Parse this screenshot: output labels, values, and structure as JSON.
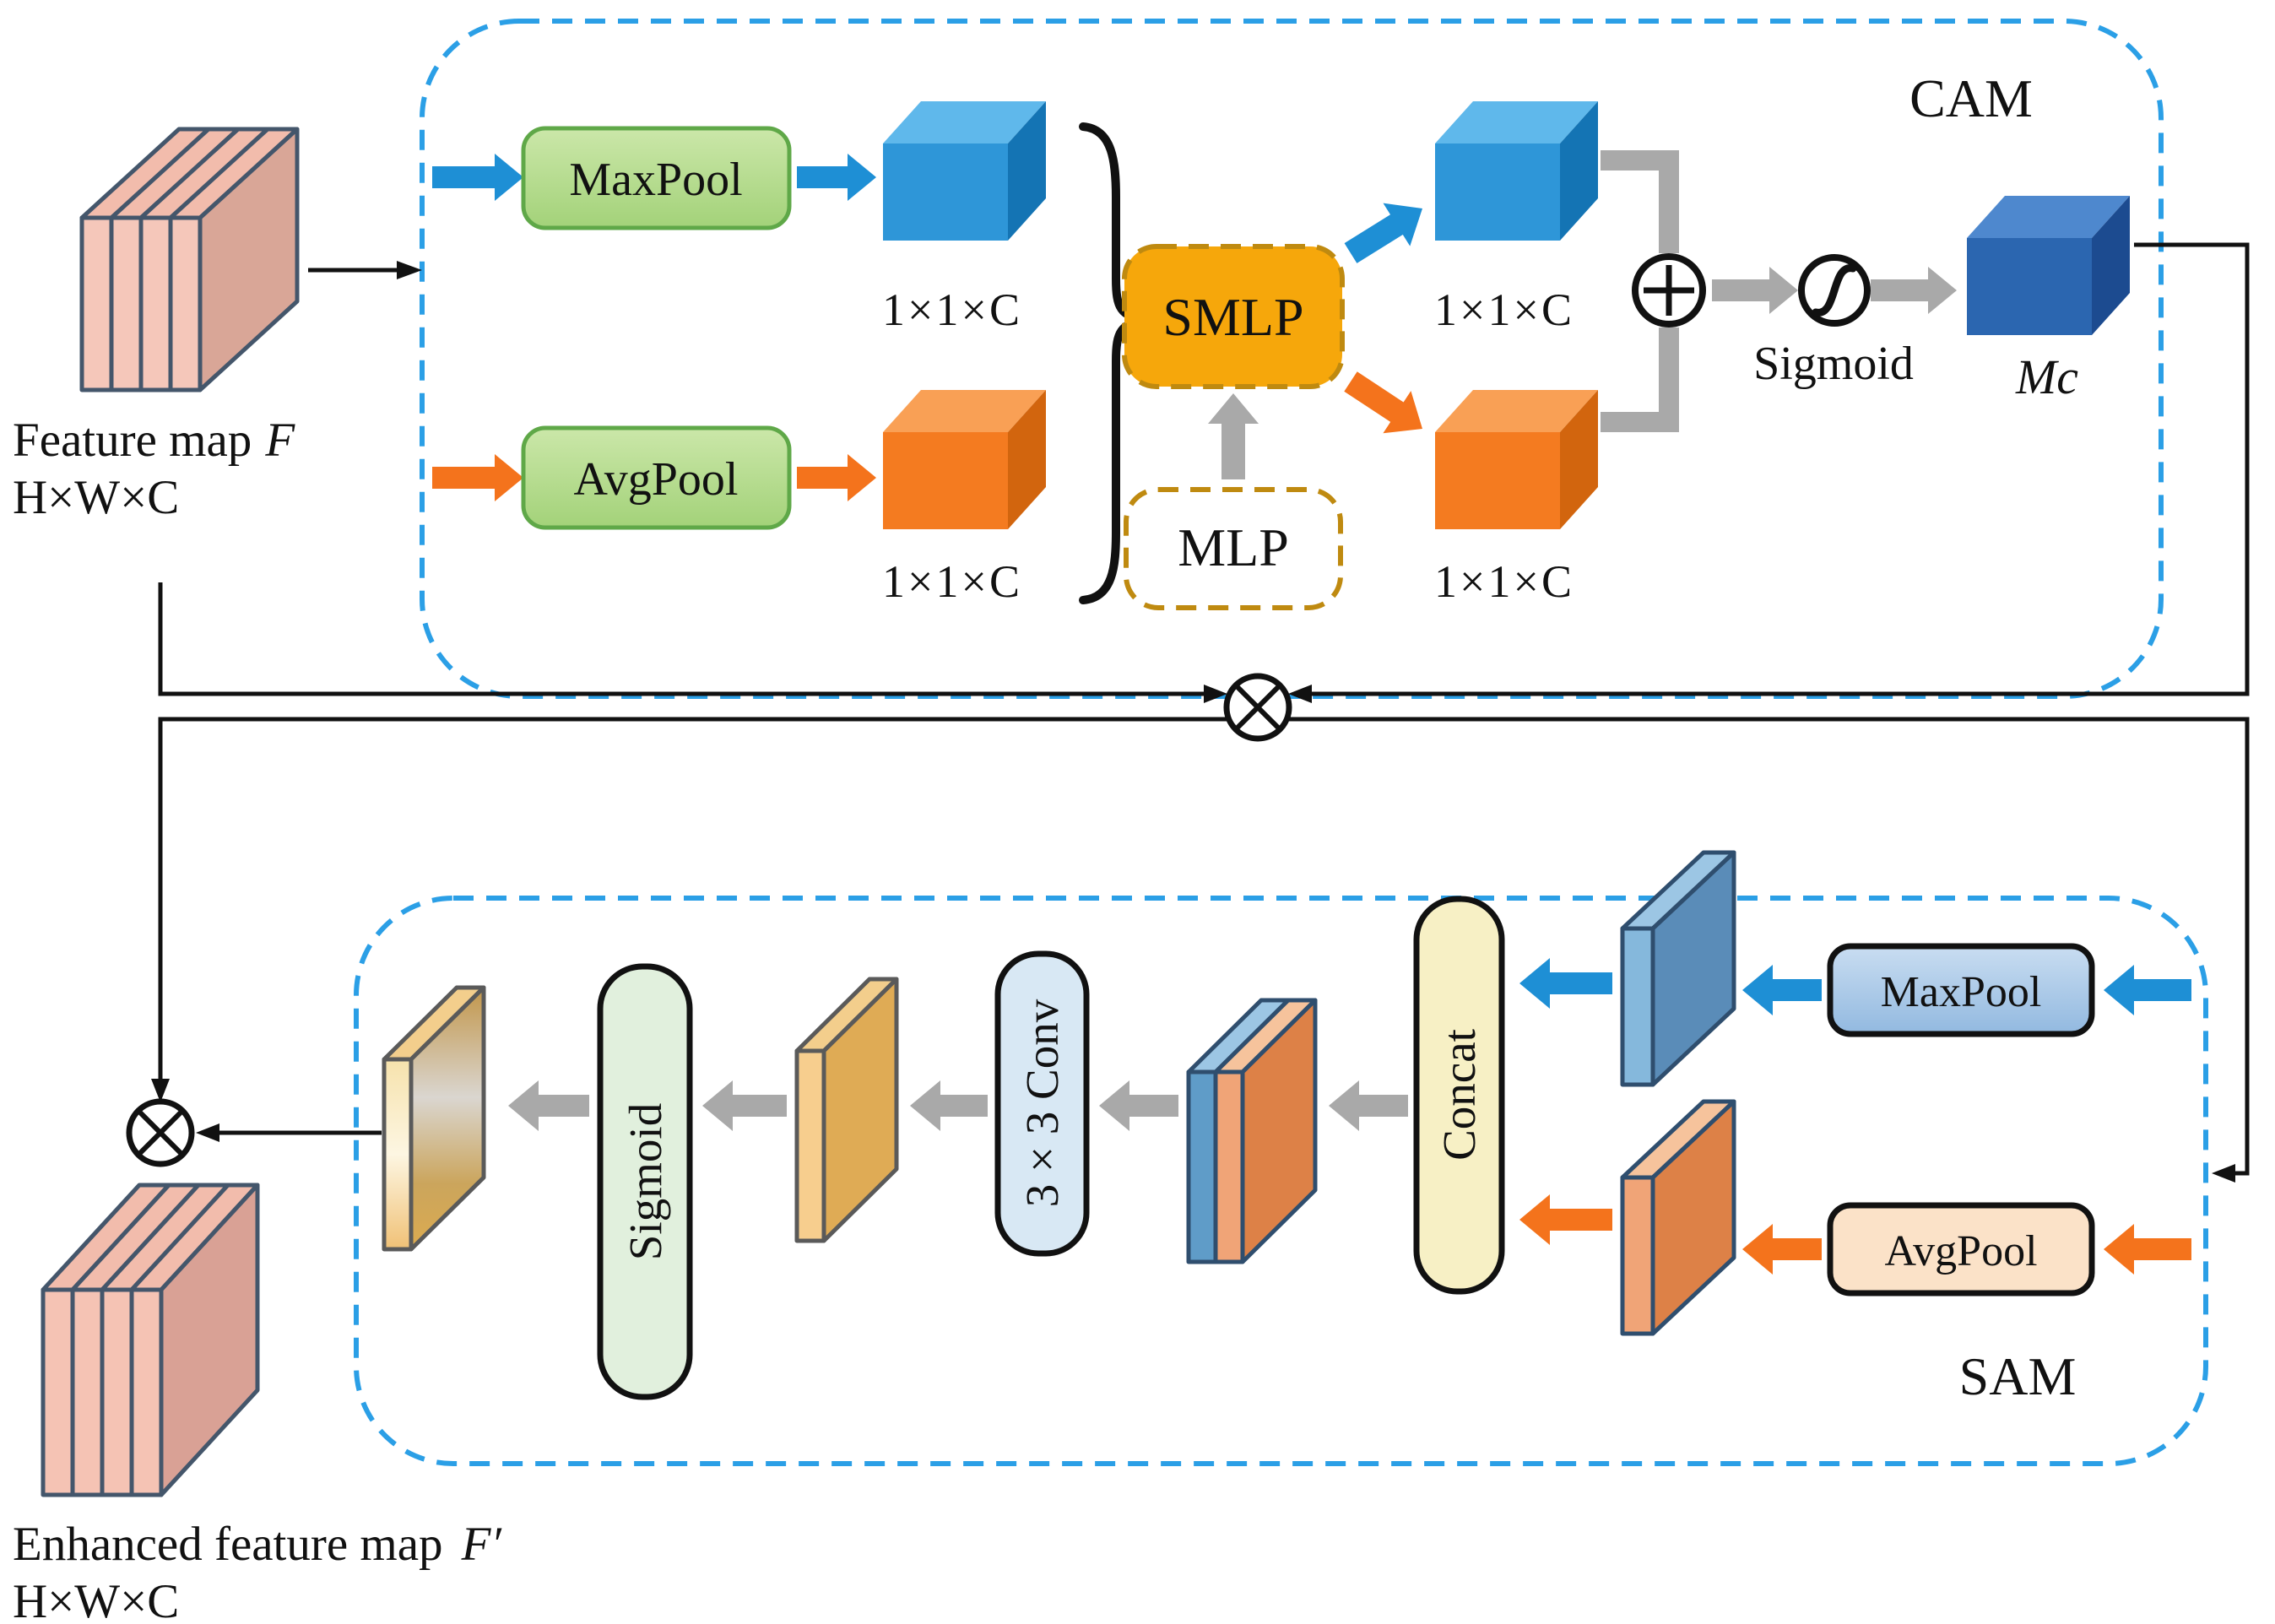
{
  "diagram": {
    "kind": "attention-module-architecture",
    "input": {
      "name": "Feature map",
      "var": "F",
      "dims": "H×W×C"
    },
    "output": {
      "name": "Enhanced feature map",
      "var": "F′",
      "dims": "H×W×C"
    },
    "cam": {
      "title": "CAM",
      "maxpool": "MaxPool",
      "avgpool": "AvgPool",
      "dim_max_in": "1×1×C",
      "dim_avg_in": "1×1×C",
      "dim_max_out": "1×1×C",
      "dim_avg_out": "1×1×C",
      "smlp": "SMLP",
      "mlp": "MLP",
      "sigmoid": "Sigmoid",
      "mc": "Mc"
    },
    "sam": {
      "title": "SAM",
      "maxpool": "MaxPool",
      "avgpool": "AvgPool",
      "concat": "Concat",
      "conv": "3 × 3 Conv",
      "sigmoid": "Sigmoid"
    },
    "icons": {
      "multiply": "circled-times ⊗",
      "add": "circled-plus ⊕",
      "sigmoid_curve": "circled s-curve"
    },
    "colors": {
      "dashed_border": "#2B9FE6",
      "arrow_blue": "#1E8FD5",
      "arrow_orange": "#F4731C",
      "arrow_gray": "#A9A9A9",
      "line_black": "#111111",
      "green_box": "#B9DD92",
      "amber_box": "#F6A70B",
      "gold_dash": "#BF8A10",
      "cream_box": "#F7F0C5",
      "conv_box": "#D8E8F4",
      "lightgreen_box": "#E1F0DD",
      "sam_maxpool_box": "#AECDE9",
      "sam_avgpool_box": "#FBE2C8",
      "cube_blue": "#2E96D8",
      "cube_orange": "#F47B20",
      "cube_navy": "#2B66B0",
      "feature_pink": "#F5C7BA",
      "plate_gold": "#DFAB55"
    }
  }
}
